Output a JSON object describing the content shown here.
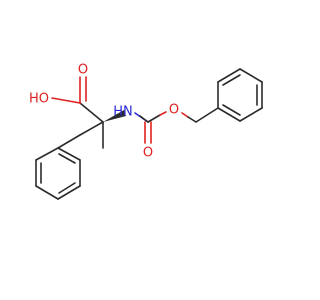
{
  "molecule": {
    "labels": {
      "hydroxyl": "HO",
      "carbonyl_oxygen_acid": "O",
      "amine": "HN",
      "carbonyl_oxygen_carbamate": "O",
      "ester_oxygen": "O"
    }
  },
  "colors": {
    "bond": "#2b2b2b",
    "oxygen": "#e02020",
    "nitrogen": "#2a2ad6",
    "background": "#ffffff"
  }
}
